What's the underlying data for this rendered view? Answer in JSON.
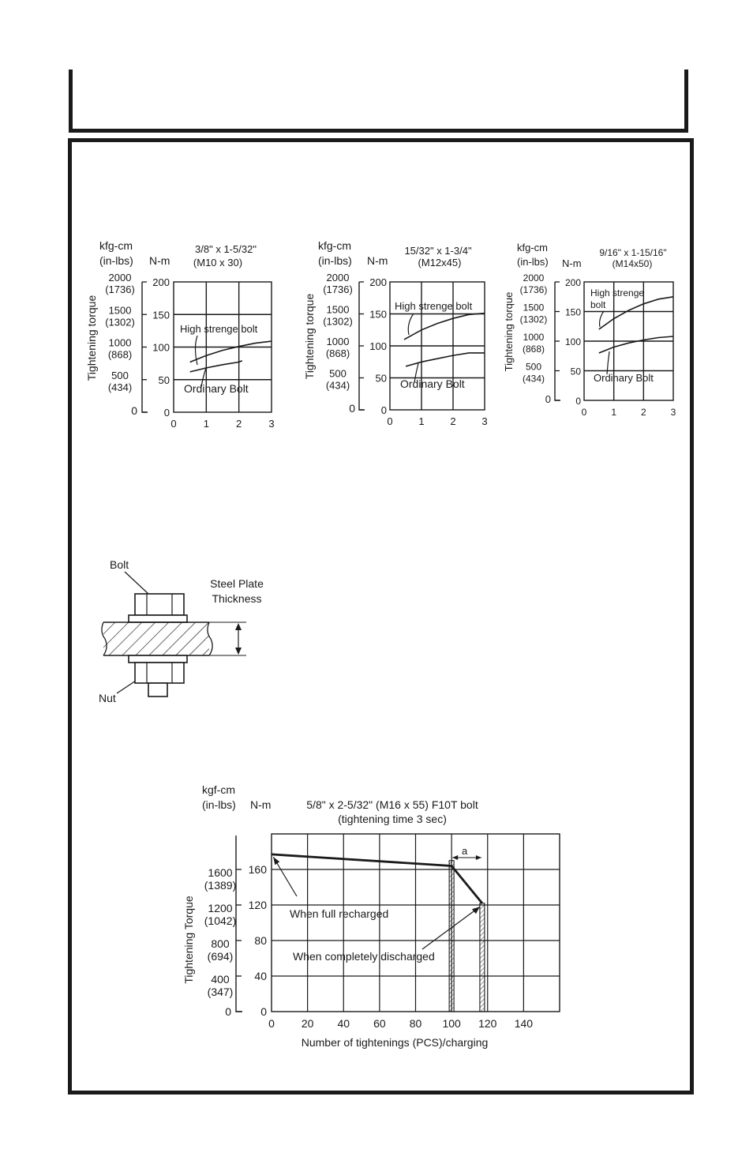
{
  "header_box": {},
  "charts": [
    {
      "title_line1": "3/8\" x 1-5/32\"",
      "title_line2": "(M10 x 30)",
      "unit_kfg": "kfg-cm",
      "unit_inlbs": "(in-lbs)",
      "unit_nm": "N-m",
      "ylabel": "Tightening torque",
      "kfg_ticks": [
        {
          "a": "2000",
          "b": "(1736)"
        },
        {
          "a": "1500",
          "b": "(1302)"
        },
        {
          "a": "1000",
          "b": "(868)"
        },
        {
          "a": "500",
          "b": "(434)"
        },
        {
          "a": "0",
          "b": ""
        }
      ],
      "annotations": {
        "high": "High strenge bolt",
        "high2": "",
        "ordinary": "Ordinary Bolt"
      }
    },
    {
      "title_line1": "15/32\" x 1-3/4\"",
      "title_line2": "(M12x45)",
      "unit_kfg": "kfg-cm",
      "unit_inlbs": "(in-lbs)",
      "unit_nm": "N-m",
      "ylabel": "Tightening torque",
      "kfg_ticks": [
        {
          "a": "2000",
          "b": "(1736)"
        },
        {
          "a": "1500",
          "b": "(1302)"
        },
        {
          "a": "1000",
          "b": "(868)"
        },
        {
          "a": "500",
          "b": "(434)"
        },
        {
          "a": "0",
          "b": ""
        }
      ],
      "annotations": {
        "high": "High strenge bolt",
        "high2": "",
        "ordinary": "Ordinary Bolt"
      }
    },
    {
      "title_line1": "9/16\" x 1-15/16\"",
      "title_line2": "(M14x50)",
      "unit_kfg": "kfg-cm",
      "unit_inlbs": "(in-lbs)",
      "unit_nm": "N-m",
      "ylabel": "Tightening torque",
      "kfg_ticks": [
        {
          "a": "2000",
          "b": "(1736)"
        },
        {
          "a": "1500",
          "b": "(1302)"
        },
        {
          "a": "1000",
          "b": "(868)"
        },
        {
          "a": "500",
          "b": "(434)"
        },
        {
          "a": "0",
          "b": ""
        }
      ],
      "annotations": {
        "high": "High strenge",
        "high2": "bolt",
        "ordinary": "Ordinary Bolt"
      }
    }
  ],
  "diagram": {
    "bolt_label": "Bolt",
    "plate_label1": "Steel Plate",
    "plate_label2": "Thickness",
    "nut_label": "Nut"
  },
  "battery_chart": {
    "title_line1": "5/8\" x 2-5/32\" (M16 x 55) F10T bolt",
    "title_line2": "(tightening time 3 sec)",
    "unit_kgf": "kgf-cm",
    "unit_inlbs": "(in-lbs)",
    "unit_nm": "N-m",
    "ylabel": "Tightening Torque",
    "xlabel": "Number of tightenings (PCS)/charging",
    "kgf_ticks": [
      {
        "a": "1600",
        "b": "(1389)"
      },
      {
        "a": "1200",
        "b": "(1042)"
      },
      {
        "a": "800",
        "b": "(694)"
      },
      {
        "a": "400",
        "b": "(347)"
      },
      {
        "a": "0",
        "b": ""
      }
    ],
    "label_full": "When full recharged",
    "label_discharged": "When completely discharged",
    "label_a": "a"
  },
  "chart_data": [
    {
      "type": "line",
      "title": "3/8\" x 1-5/32\" (M10 x 30)",
      "ylabel": "Tightening torque",
      "xlim": [
        0,
        3
      ],
      "ylim": [
        0,
        200
      ],
      "x_ticks": [
        0,
        1,
        2,
        3
      ],
      "y_ticks": [
        0,
        50,
        100,
        150,
        200
      ],
      "grid": true,
      "series": [
        {
          "name": "High strenge bolt",
          "points": [
            [
              0.5,
              77
            ],
            [
              1,
              87
            ],
            [
              1.5,
              95
            ],
            [
              2,
              101
            ],
            [
              2.5,
              106
            ],
            [
              3,
              109
            ]
          ]
        },
        {
          "name": "Ordinary Bolt",
          "points": [
            [
              0.5,
              62
            ],
            [
              1,
              68
            ],
            [
              1.5,
              73
            ],
            [
              2,
              77
            ],
            [
              2.1,
              79
            ]
          ]
        }
      ]
    },
    {
      "type": "line",
      "title": "15/32\" x 1-3/4\" (M12x45)",
      "ylabel": "Tightening torque",
      "xlim": [
        0,
        3
      ],
      "ylim": [
        0,
        200
      ],
      "x_ticks": [
        0,
        1,
        2,
        3
      ],
      "y_ticks": [
        0,
        50,
        100,
        150,
        200
      ],
      "grid": true,
      "series": [
        {
          "name": "High strenge bolt",
          "points": [
            [
              0.45,
              110
            ],
            [
              1,
              125
            ],
            [
              1.5,
              135
            ],
            [
              2,
              143
            ],
            [
              2.5,
              149
            ],
            [
              3,
              151
            ]
          ]
        },
        {
          "name": "Ordinary Bolt",
          "points": [
            [
              0.5,
              68
            ],
            [
              1,
              75
            ],
            [
              1.5,
              80
            ],
            [
              2,
              85
            ],
            [
              2.5,
              89
            ],
            [
              3,
              89
            ]
          ]
        }
      ]
    },
    {
      "type": "line",
      "title": "9/16\" x 1-15/16\" (M14x50)",
      "ylabel": "Tightening torque",
      "xlim": [
        0,
        3
      ],
      "ylim": [
        0,
        200
      ],
      "x_ticks": [
        0,
        1,
        2,
        3
      ],
      "y_ticks": [
        0,
        50,
        100,
        150,
        200
      ],
      "grid": true,
      "series": [
        {
          "name": "High strenge bolt",
          "points": [
            [
              0.5,
              120
            ],
            [
              1,
              138
            ],
            [
              1.5,
              152
            ],
            [
              2,
              163
            ],
            [
              2.5,
              171
            ],
            [
              3,
              175
            ]
          ]
        },
        {
          "name": "Ordinary Bolt",
          "points": [
            [
              0.5,
              80
            ],
            [
              1,
              90
            ],
            [
              1.5,
              97
            ],
            [
              2,
              102
            ],
            [
              2.5,
              106
            ],
            [
              3,
              108
            ]
          ]
        }
      ]
    },
    {
      "type": "line",
      "title": "5/8\" x 2-5/32\" (M16 x 55) F10T bolt (tightening time 3 sec)",
      "xlabel": "Number of tightenings (PCS)/charging",
      "ylabel": "Tightening Torque",
      "xlim": [
        0,
        160
      ],
      "ylim": [
        0,
        200
      ],
      "x_ticks": [
        0,
        20,
        40,
        60,
        80,
        100,
        120,
        140
      ],
      "y_ticks": [
        0,
        40,
        80,
        120,
        160
      ],
      "grid": true,
      "series": [
        {
          "points": [
            [
              0,
              177
            ],
            [
              100,
              164
            ],
            [
              117,
              122
            ]
          ]
        }
      ],
      "annotations": [
        "When full recharged",
        "When completely discharged",
        "a"
      ]
    }
  ]
}
